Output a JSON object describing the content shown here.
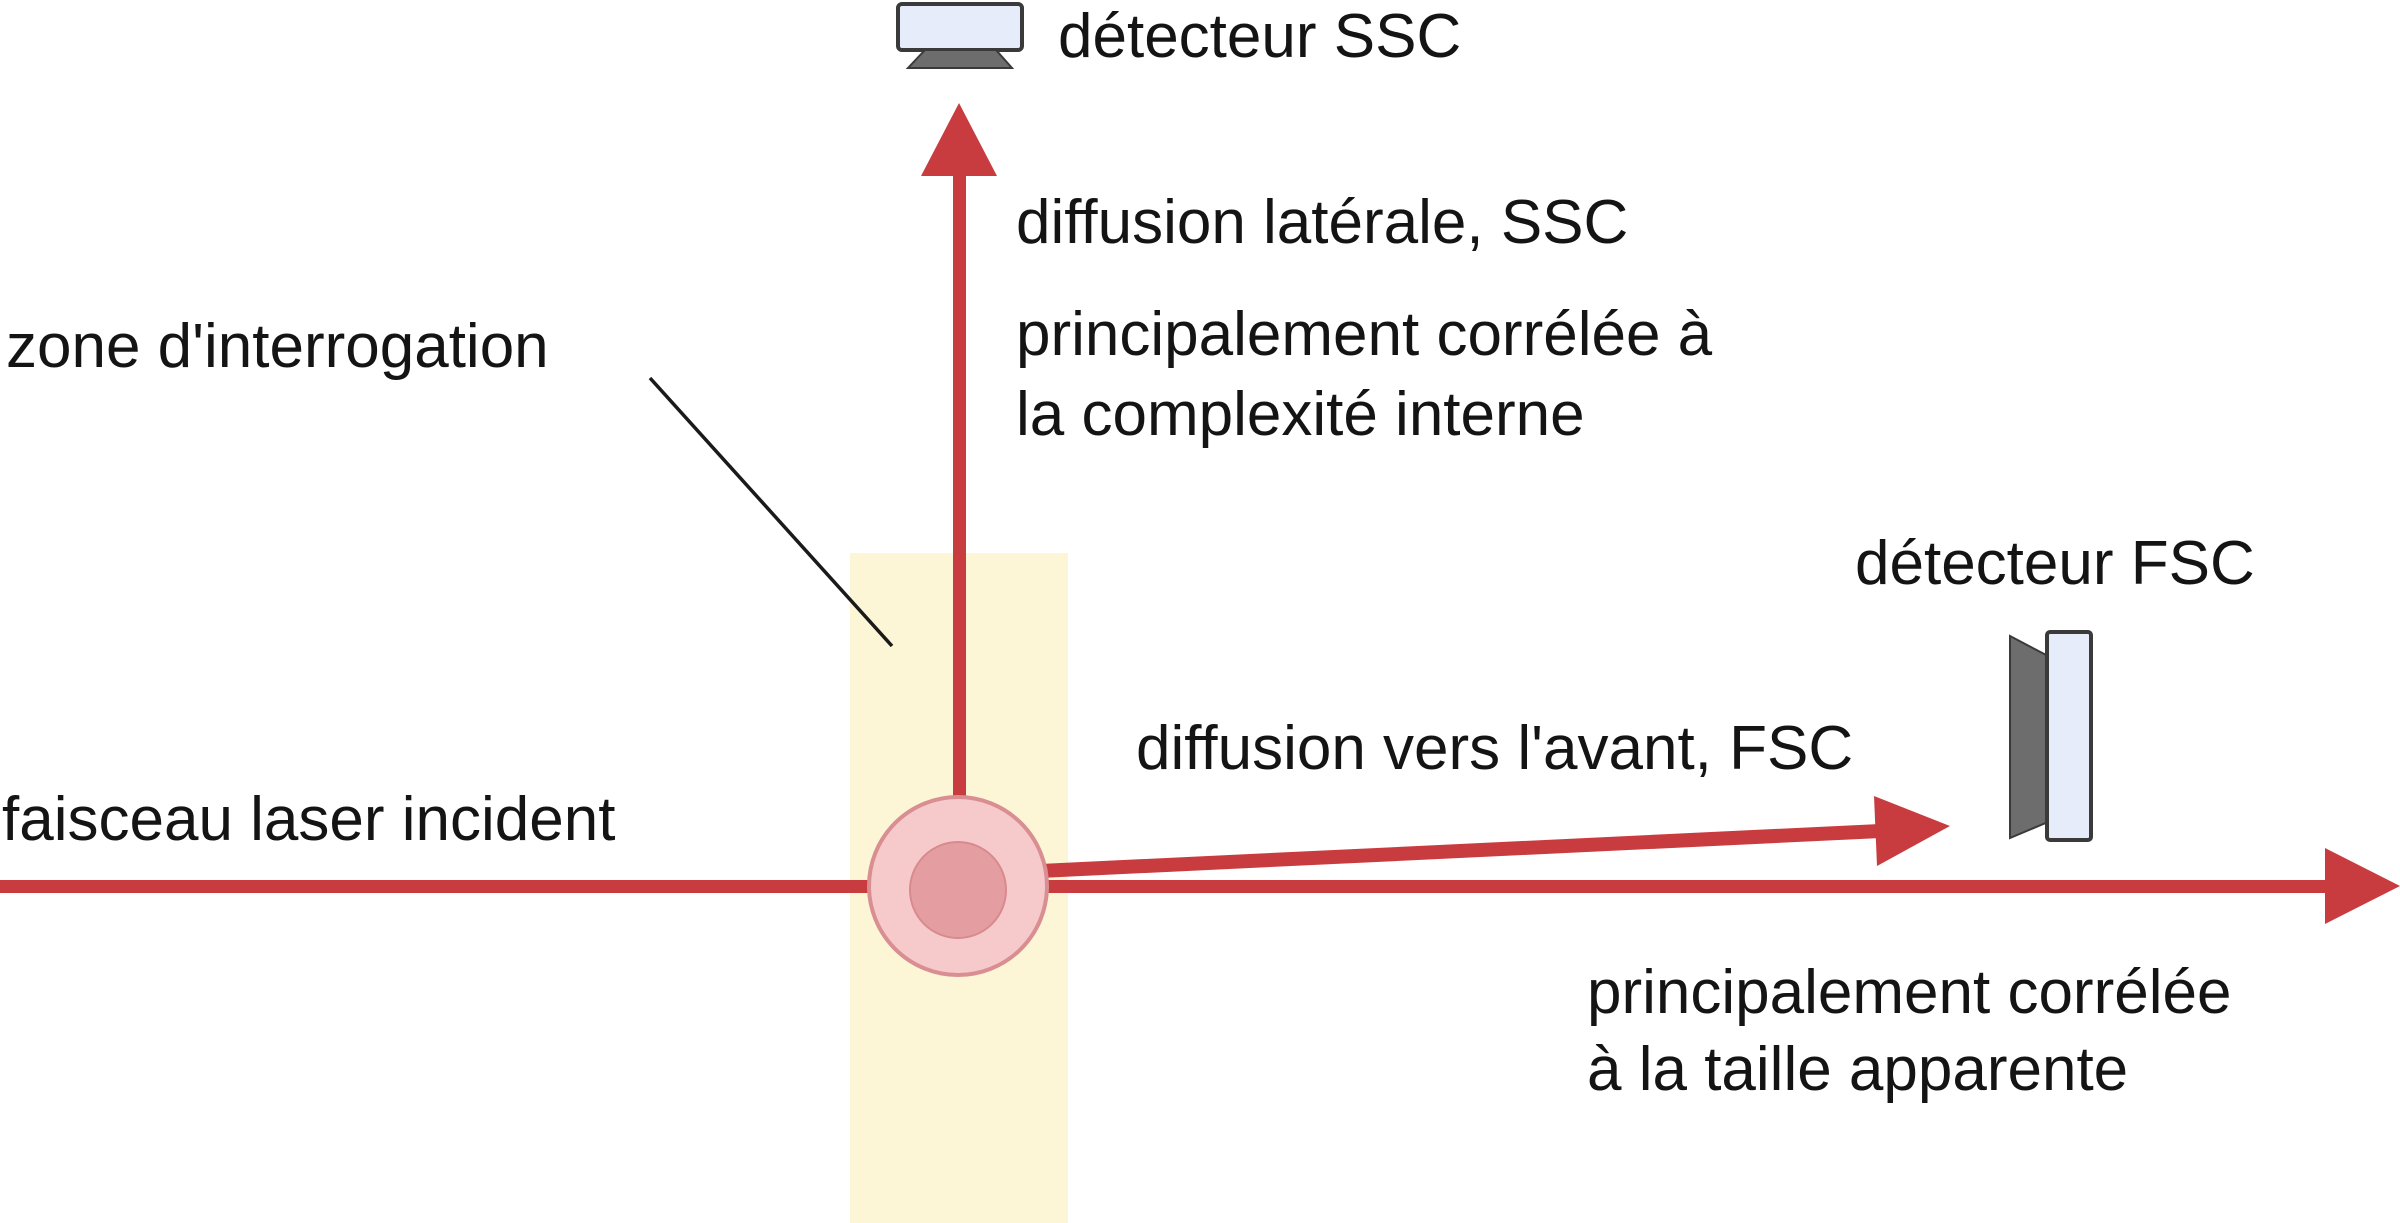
{
  "labels": {
    "ssc_detector": "détecteur SSC",
    "ssc_title": "diffusion latérale, SSC",
    "ssc_desc_line1": "principalement corrélée à",
    "ssc_desc_line2": "la complexité interne",
    "interrogation_zone": "zone d'interrogation",
    "fsc_detector": "détecteur FSC",
    "fsc_title": "diffusion vers l'avant, FSC",
    "incident_beam": "faisceau laser incident",
    "fsc_desc_line1": "principalement corrélée",
    "fsc_desc_line2": "à la taille apparente"
  },
  "colors": {
    "beam": "#c83c40",
    "zone": "#fdf6d6",
    "cell_outer": "#f6c9cb",
    "cell_inner": "#e49ea2",
    "detector_face": "#e6ecfa",
    "detector_base": "#6d6d6d",
    "text": "#141414"
  }
}
